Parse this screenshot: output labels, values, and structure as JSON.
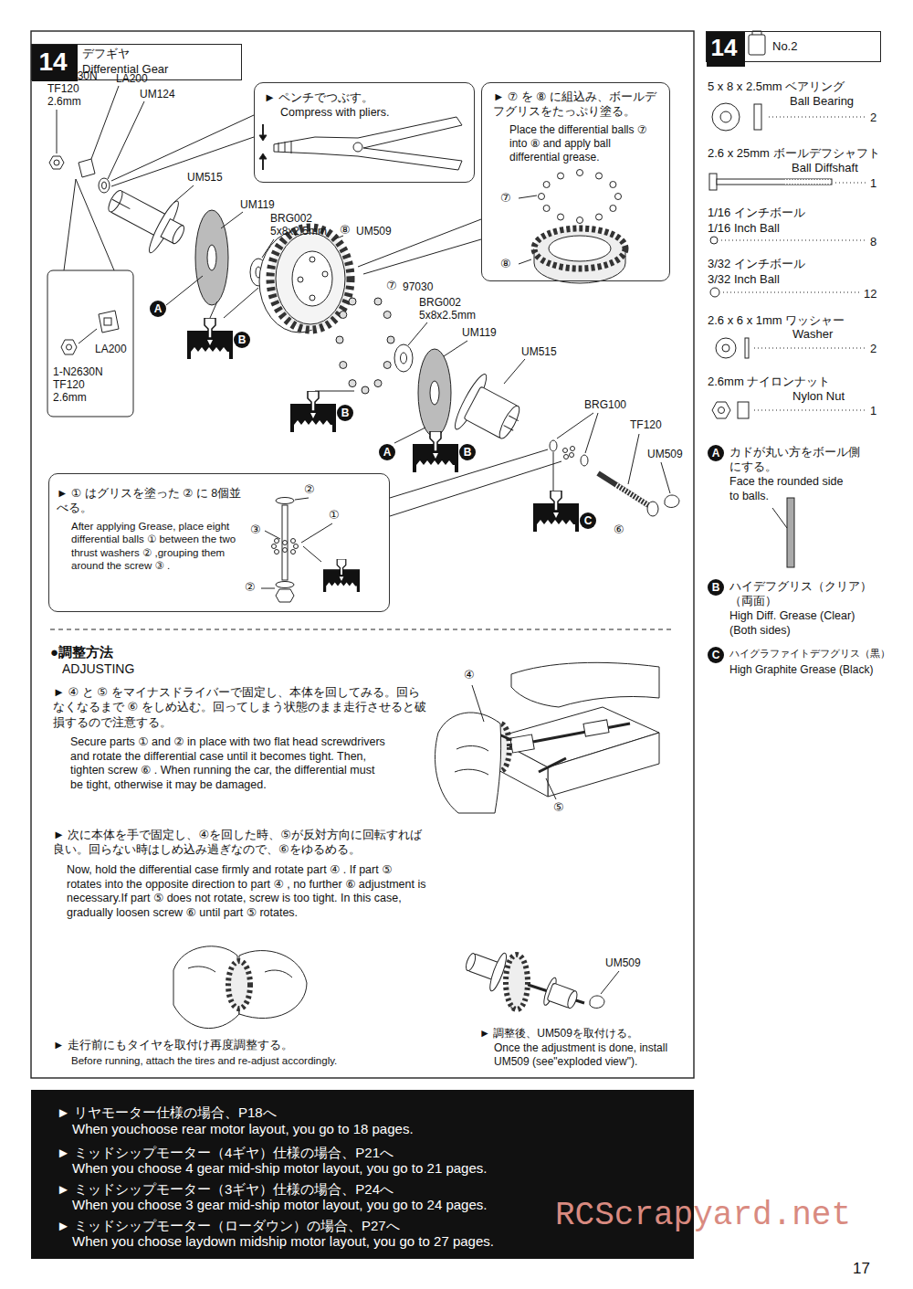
{
  "diagram": {
    "nodes": [
      {
        "text": [
          "デフギヤ",
          "Differential Gear"
        ]
      },
      {
        "text": [
          "14"
        ],
        "in": 0
      },
      {
        "text": [
          "No.2"
        ]
      },
      {
        "text": [
          "14"
        ],
        "in": 2
      },
      {
        "text": [
          "► ペンチでつぶす。",
          "Compress with pliers."
        ]
      },
      {
        "text": [
          "► ⑦ を ⑧ に組込み、ボールデフグリスをたっぷり塗る。",
          "Place the differential balls ⑦ into ⑧ and apply ball differential grease."
        ]
      },
      {
        "text": [
          "► ① はグリスを塗った ② に 8個並べる。",
          "After applying Grease, place eight differential balls ① between the two thrust washers ② ,grouping them around the screw ③ ."
        ]
      },
      {
        "text": [
          "► リヤモーター仕様の場合、P18へ",
          "When youchoose rear motor layout, you go to 18 pages.",
          "► ミッドシップモーター（4ギヤ）仕様の場合、P21へ",
          "When you choose 4 gear mid-ship motor layout, you go to 21 pages.",
          "► ミッドシップモーター（3ギヤ）仕様の場合、P24へ",
          "When you choose 3 gear mid-ship motor layout, you go to 24 pages.",
          "► ミッドシップモーター（ローダウン）の場合、P27へ",
          "When you choose laydown midship motor layout, you go to 27 pages."
        ]
      }
    ],
    "labels": [
      "1-N2630N",
      "TF120",
      "2.6mm",
      "LA200",
      "UM124",
      "UM515",
      "UM119",
      "BRG002",
      "5x8x2.5mm",
      "⑧",
      "UM509",
      "LA200",
      "1-N2630N",
      "TF120",
      "2.6mm",
      "A",
      "B",
      "⑦",
      "97030",
      "BRG002",
      "5x8x2.5mm",
      "UM119",
      "UM515",
      "B",
      "A",
      "B",
      "BRG100",
      "TF120",
      "UM509",
      "C",
      "⑥",
      "⑦",
      "⑧",
      "②",
      "①",
      "③",
      "②",
      "●調整方法",
      "ADJUSTING",
      "► ④ と ⑤ をマイナスドライバーで固定し、本体を回してみる。回らなくなるまで ⑥ をしめ込む。回ってしまう状態のまま走行させると破損するので注意する。",
      "Secure parts ① and ② in place with two flat head screwdrivers and rotate the differential case until it becomes tight. Then, tighten screw ⑥ . When running the car, the differential must be tight, otherwise it may be damaged.",
      "④",
      "⑤",
      "► 次に本体を手で固定し、④を回した時、⑤が反対方向に回転すれば良い。回らない時はしめ込み過ぎなので、⑥をゆるめる。",
      "Now, hold the differential case firmly and rotate part ④ . If part ⑤ rotates into the opposite direction to part ④ , no further ⑥ adjustment is necessary.If part ⑤ does not rotate, screw is too tight. In this case, gradually loosen screw ⑥ until part ⑤ rotates.",
      "UM509",
      "► 走行前にもタイヤを取付け再度調整する。",
      "Before running, attach the tires and re-adjust accordingly.",
      "► 調整後、UM509を取付ける。",
      "Once the adjustment is done, install UM509 (see\"exploded view\").",
      "5 x 8 x 2.5mm ベアリング",
      "Ball Bearing",
      "2",
      "2.6 x 25mm ボールデフシャフト",
      "Ball Diffshaft",
      "1",
      "1/16 インチボール",
      "1/16 Inch Ball",
      "8",
      "3/32 インチボール",
      "3/32  Inch Ball",
      "12",
      "2.6 x 6 x 1mm ワッシャー",
      "Washer",
      "2",
      "2.6mm ナイロンナット",
      "Nylon Nut",
      "1",
      "A",
      "カドが丸い方をボール側にする。",
      "Face the rounded side to balls.",
      "B",
      "ハイデフグリス（クリア）（両面）",
      "High Diff. Grease (Clear) (Both sides)",
      "C",
      "ハイグラファイトデフグリス（黒）",
      "High Graphite Grease (Black)",
      "RCScrapyard.net",
      "17"
    ]
  }
}
